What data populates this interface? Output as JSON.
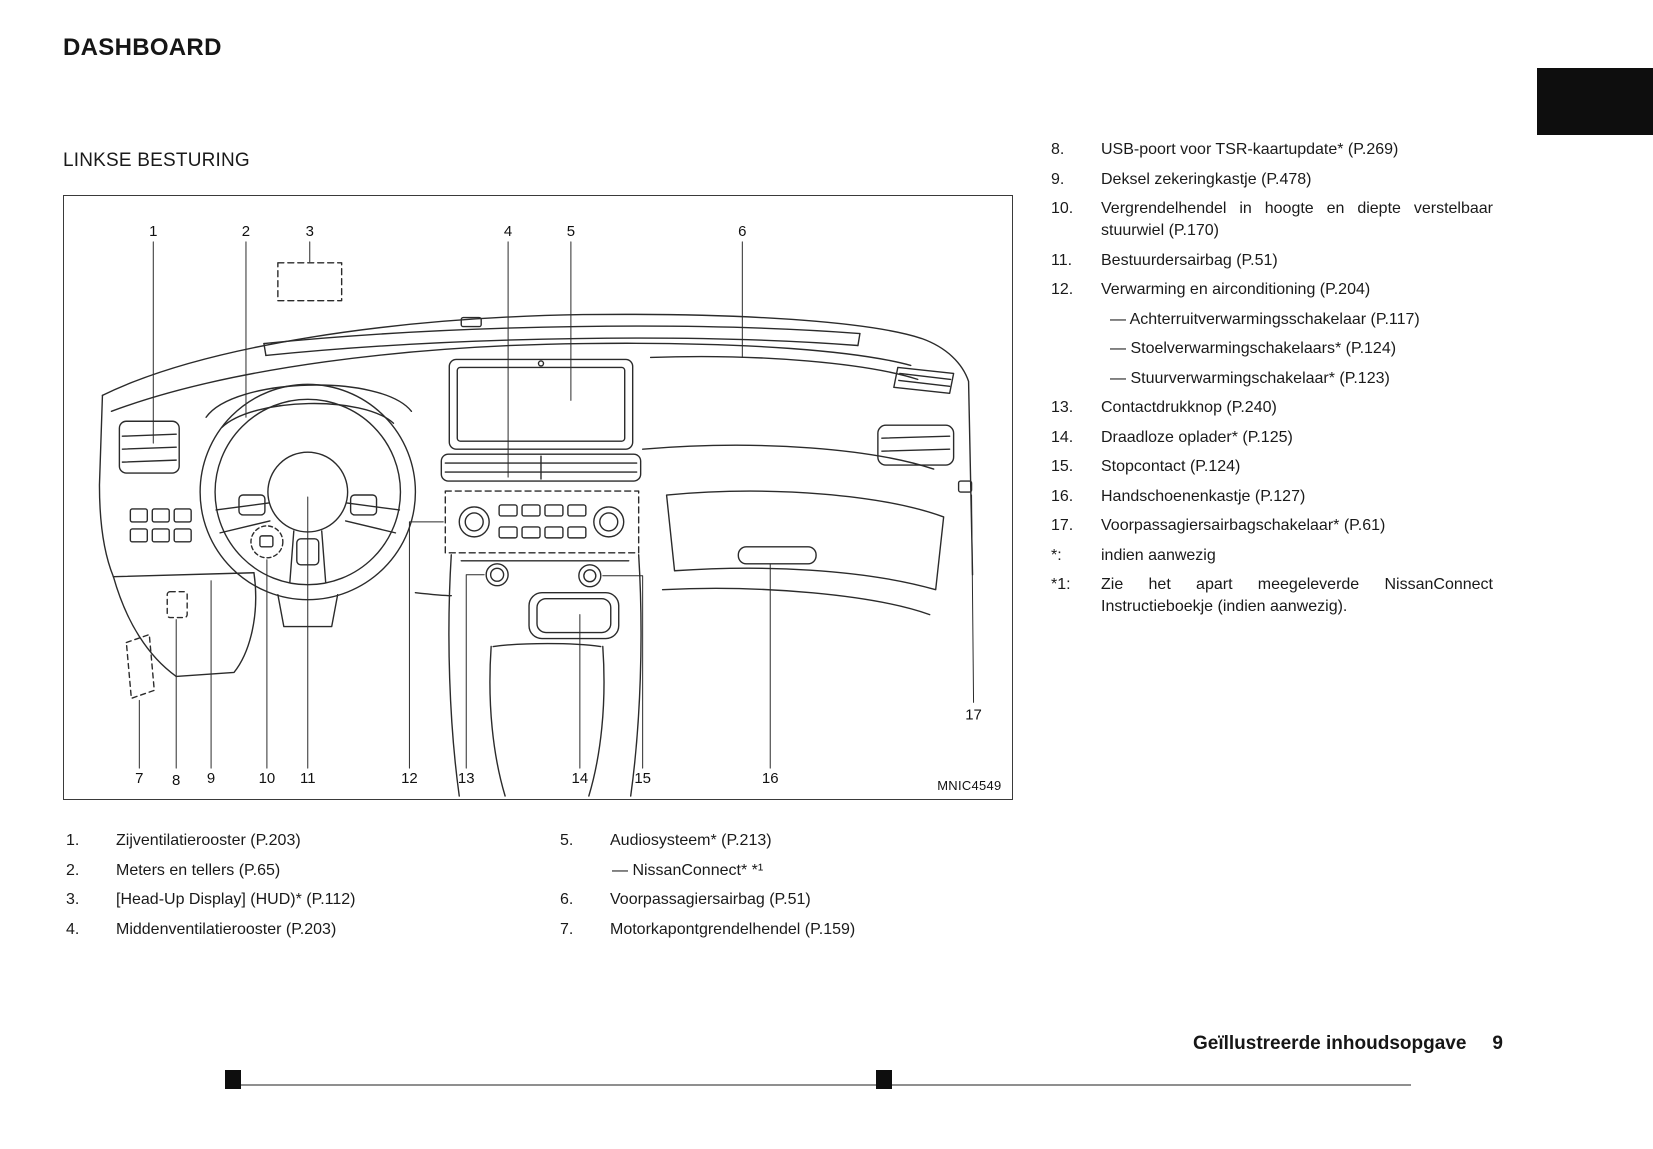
{
  "page": {
    "title": "DASHBOARD",
    "section": "LINKSE BESTURING",
    "figure_code": "MNIC4549",
    "footer_label": "Geïllustreerde inhoudsopgave",
    "footer_page": "9"
  },
  "diagram": {
    "callouts": [
      "1",
      "2",
      "3",
      "4",
      "5",
      "6",
      "7",
      "8",
      "9",
      "10",
      "11",
      "12",
      "13",
      "14",
      "15",
      "16",
      "17"
    ]
  },
  "legend_left": [
    {
      "num": "1.",
      "text": "Zijventilatierooster (P.203)"
    },
    {
      "num": "2.",
      "text": "Meters en tellers (P.65)"
    },
    {
      "num": "3.",
      "text": "[Head-Up Display] (HUD)* (P.112)"
    },
    {
      "num": "4.",
      "text": "Middenventilatierooster (P.203)"
    }
  ],
  "legend_middle": [
    {
      "num": "5.",
      "text": "Audiosysteem* (P.213)",
      "subs": [
        "— NissanConnect* *¹"
      ]
    },
    {
      "num": "6.",
      "text": "Voorpassagiersairbag (P.51)"
    },
    {
      "num": "7.",
      "text": "Motorkapontgrendelhendel (P.159)"
    }
  ],
  "legend_right": [
    {
      "num": "8.",
      "text": "USB-poort voor TSR-kaartupdate* (P.269)"
    },
    {
      "num": "9.",
      "text": "Deksel zekeringkastje (P.478)"
    },
    {
      "num": "10.",
      "text": "Vergrendelhendel in hoogte en diepte ver­stelbaar stuurwiel (P.170)"
    },
    {
      "num": "11.",
      "text": "Bestuurdersairbag (P.51)"
    },
    {
      "num": "12.",
      "text": "Verwarming en airconditioning (P.204)",
      "subs": [
        "— Achterruitverwarmingsschakelaar (P.117)",
        "— Stoelverwarmingschakelaars* (P.124)",
        "— Stuurverwarmingschakelaar* (P.123)"
      ]
    },
    {
      "num": "13.",
      "text": "Contactdrukknop (P.240)"
    },
    {
      "num": "14.",
      "text": "Draadloze oplader* (P.125)"
    },
    {
      "num": "15.",
      "text": "Stopcontact (P.124)"
    },
    {
      "num": "16.",
      "text": "Handschoenenkastje (P.127)"
    },
    {
      "num": "17.",
      "text": "Voorpassagiersairbagschakelaar* (P.61)"
    },
    {
      "num": "*:",
      "text": "indien aanwezig"
    },
    {
      "num": "*1:",
      "text": "Zie het apart meegeleverde NissanConnect Instructieboekje (indien aanwezig)."
    }
  ]
}
